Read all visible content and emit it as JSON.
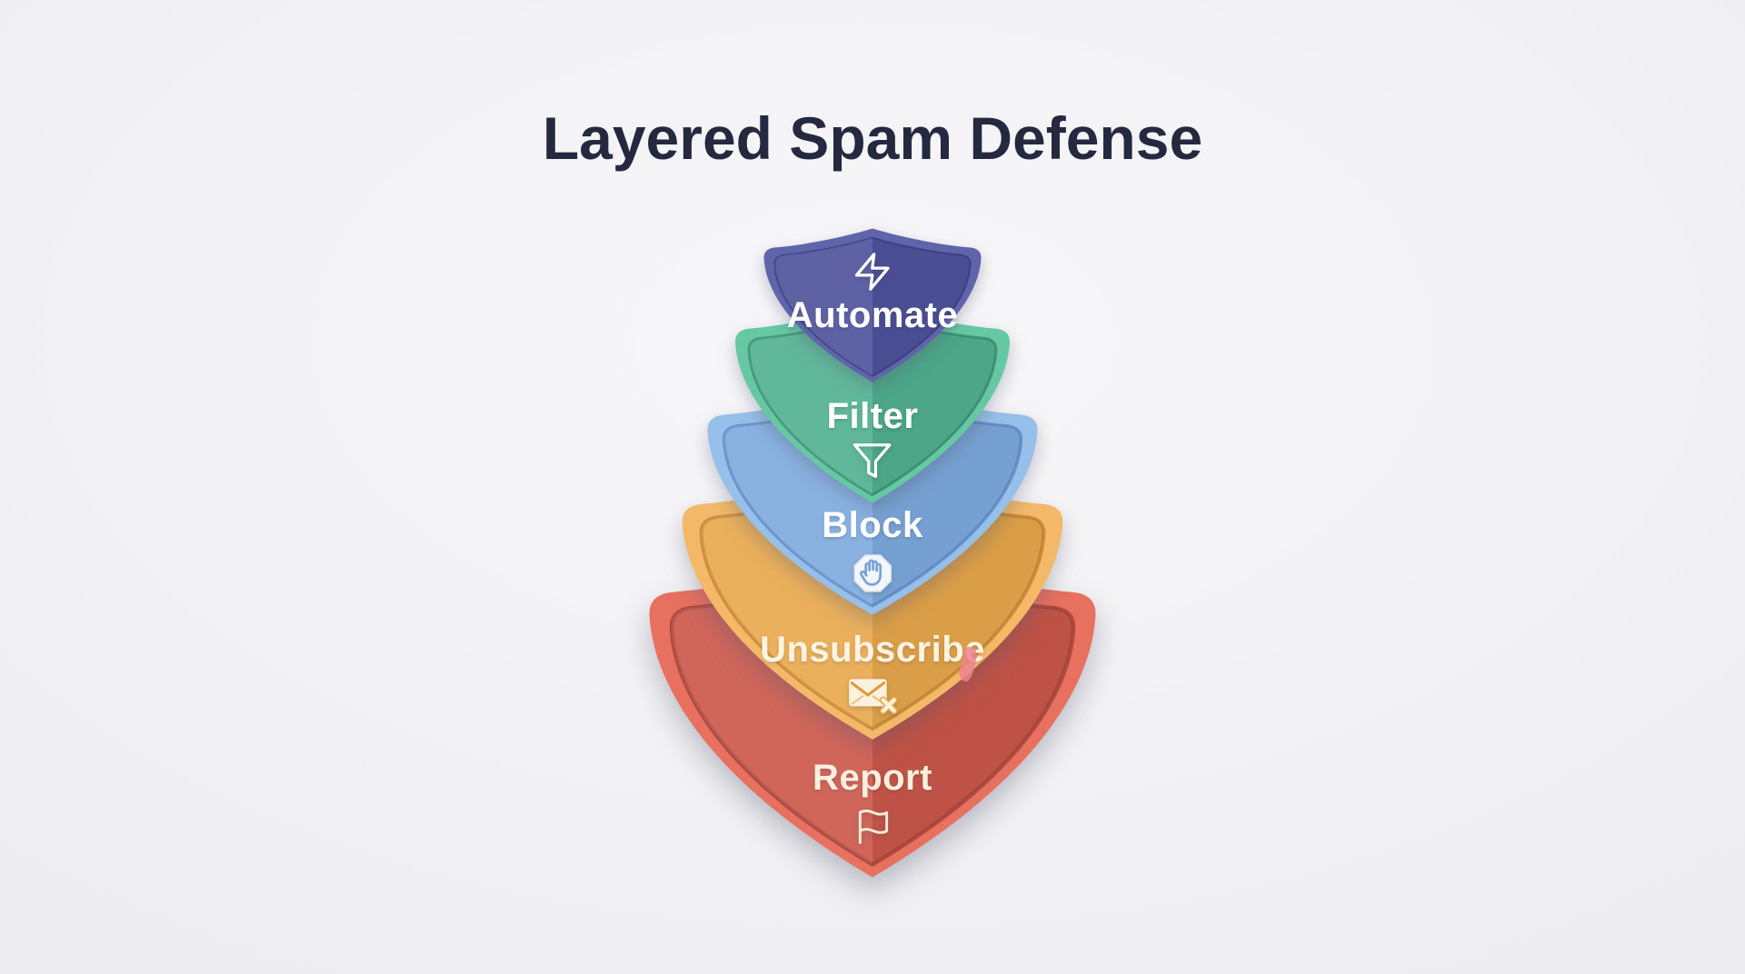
{
  "title": {
    "text": "Layered Spam Defense",
    "color": "#242940"
  },
  "background_color": "#f2f2f5",
  "layers": [
    {
      "label": "Automate",
      "icon": "zap-icon",
      "icon_position": "above-label",
      "colors": {
        "rim": "#5f64ab",
        "fill": "#4e539c",
        "crease": "#3f4489",
        "label": "#ffffff",
        "icon": "#ffffff"
      }
    },
    {
      "label": "Filter",
      "icon": "funnel-icon",
      "icon_position": "below-label",
      "colors": {
        "rim": "#66c8a3",
        "fill": "#51b090",
        "crease": "#3f9579",
        "label": "#ffffff",
        "icon": "#ffffff"
      }
    },
    {
      "label": "Block",
      "icon": "stop-hand-icon",
      "icon_position": "below-label",
      "colors": {
        "rim": "#96bfe9",
        "fill": "#7daade",
        "crease": "#6892cb",
        "label": "#ffffff",
        "octagon_fill": "#f3f6fa",
        "octagon_stroke": "#dde3ec",
        "hand": "#78a3d6"
      }
    },
    {
      "label": "Unsubscribe",
      "icon": "mail-x-icon",
      "icon_position": "below-label",
      "colors": {
        "rim": "#f3b969",
        "fill": "#e8a84c",
        "crease": "#cf8d38",
        "label": "#fcf4e3",
        "envelope_fill": "#faf2de",
        "envelope_flap": "#dc9a3e",
        "x_mark": "#faf2de"
      }
    },
    {
      "label": "Report",
      "icon": "flag-icon",
      "icon_position": "below-label",
      "colors": {
        "rim": "#e7705f",
        "fill": "#cb574a",
        "crease": "#b04a3f",
        "label": "#f9efdd",
        "icon": "#f6ecd7"
      }
    }
  ],
  "artifact": {
    "name": "pink-smudge",
    "color": "#ec8492"
  }
}
